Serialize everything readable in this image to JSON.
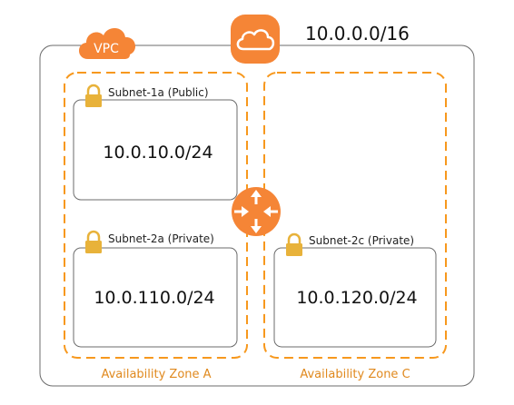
{
  "vpc": {
    "badge_label": "VPC",
    "cidr": "10.0.0.0/16"
  },
  "colors": {
    "aws_orange": "#F58536",
    "dashed_orange": "#F7981D",
    "lock_gold": "#E8B23A",
    "box_border": "#6b6b6b",
    "zone_label": "#E0891E"
  },
  "zones": [
    {
      "label": "Availability Zone A"
    },
    {
      "label": "Availability Zone C"
    }
  ],
  "subnets": [
    {
      "label": "Subnet-1a (Public)",
      "cidr": "10.0.10.0/24"
    },
    {
      "label": "Subnet-2a (Private)",
      "cidr": "10.0.110.0/24"
    },
    {
      "label": "Subnet-2c (Private)",
      "cidr": "10.0.120.0/24"
    }
  ],
  "icons": {
    "vpc": "cloud-icon",
    "gateway": "internet-gateway-cloud-icon",
    "router": "router-icon",
    "lock": "lock-icon"
  }
}
